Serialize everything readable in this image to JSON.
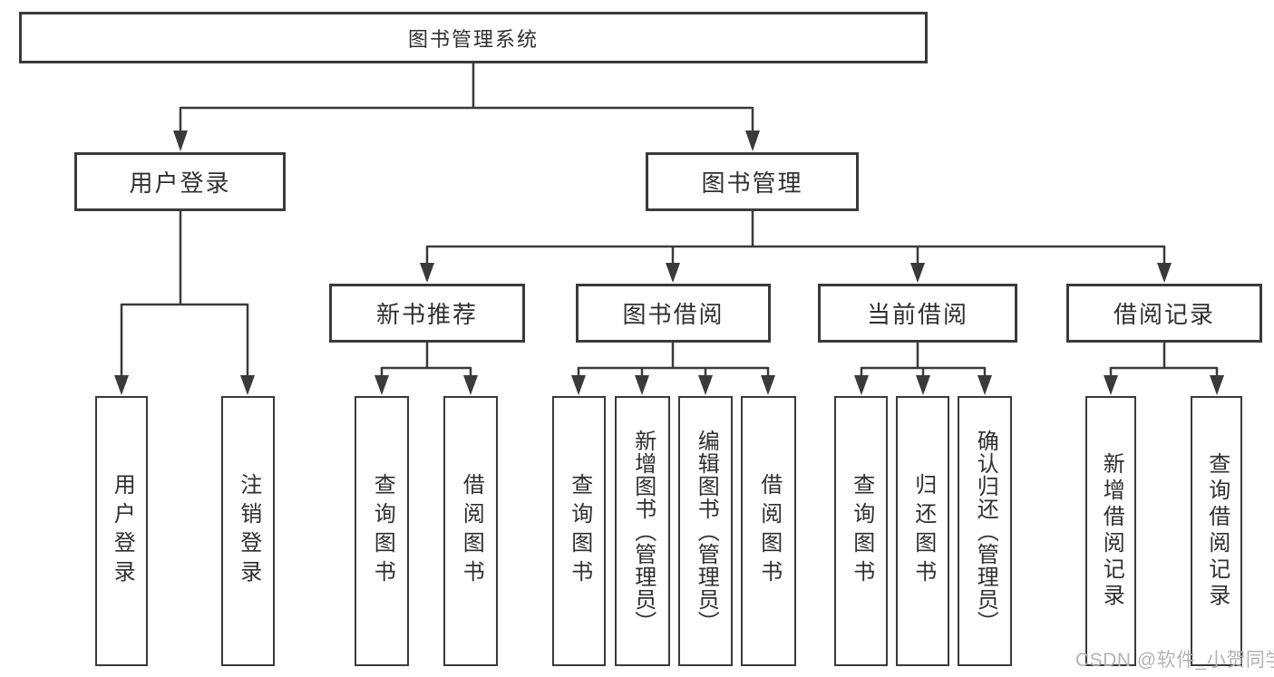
{
  "diagram": {
    "type": "hierarchy",
    "root": {
      "label": "图书管理系统"
    },
    "children": [
      {
        "label": "用户登录",
        "children": [
          {
            "label": "用户登录"
          },
          {
            "label": "注销登录"
          }
        ]
      },
      {
        "label": "图书管理",
        "children": [
          {
            "label": "新书推荐",
            "children": [
              {
                "label": "查询图书"
              },
              {
                "label": "借阅图书"
              }
            ]
          },
          {
            "label": "图书借阅",
            "children": [
              {
                "label": "查询图书"
              },
              {
                "label": "新增图书（管理员）"
              },
              {
                "label": "编辑图书（管理员）"
              },
              {
                "label": "借阅图书"
              }
            ]
          },
          {
            "label": "当前借阅",
            "children": [
              {
                "label": "查询图书"
              },
              {
                "label": "归还图书"
              },
              {
                "label": "确认归还（管理员）"
              }
            ]
          },
          {
            "label": "借阅记录",
            "children": [
              {
                "label": "新增借阅记录"
              },
              {
                "label": "查询借阅记录"
              }
            ]
          }
        ]
      }
    ]
  },
  "watermark": {
    "text": "CSDN @软件_小贺同学"
  },
  "colors": {
    "line": "#3a3a3a",
    "box_fill": "#ffffff",
    "text": "#2f2f2f",
    "watermark": "#b3b3b3"
  }
}
